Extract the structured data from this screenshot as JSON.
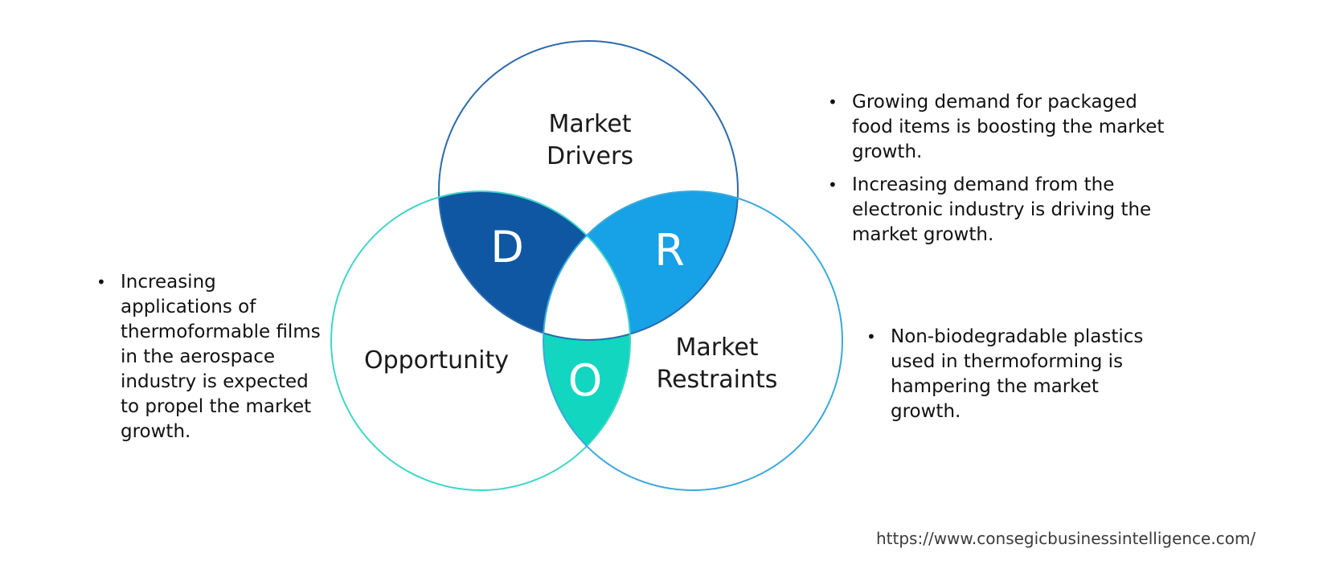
{
  "colors": {
    "drivers_circle": "#2a6aad",
    "opportunity_circle": "#3fd6c6",
    "restraints_circle": "#3aa9dc",
    "D_region": "#0f57a2",
    "R_region": "#17a1e6",
    "O_region": "#12d6bf"
  },
  "circles": {
    "drivers": {
      "label_line1": "Market",
      "label_line2": "Drivers"
    },
    "opportunity": {
      "label": "Opportunity"
    },
    "restraints": {
      "label_line1": "Market",
      "label_line2": "Restraints"
    }
  },
  "regions": {
    "D": "D",
    "R": "R",
    "O": "O"
  },
  "bullets": {
    "opportunity": [
      "Increasing applications of thermoformable films in the aerospace industry is expected to propel the market growth."
    ],
    "drivers": [
      "Growing demand for packaged food items is boosting the market growth.",
      "Increasing demand from the electronic industry is driving the market growth."
    ],
    "restraints": [
      "Non-biodegradable plastics used in thermoforming is hampering the market growth."
    ]
  },
  "source_url": "https://www.consegicbusinessintelligence.com/"
}
